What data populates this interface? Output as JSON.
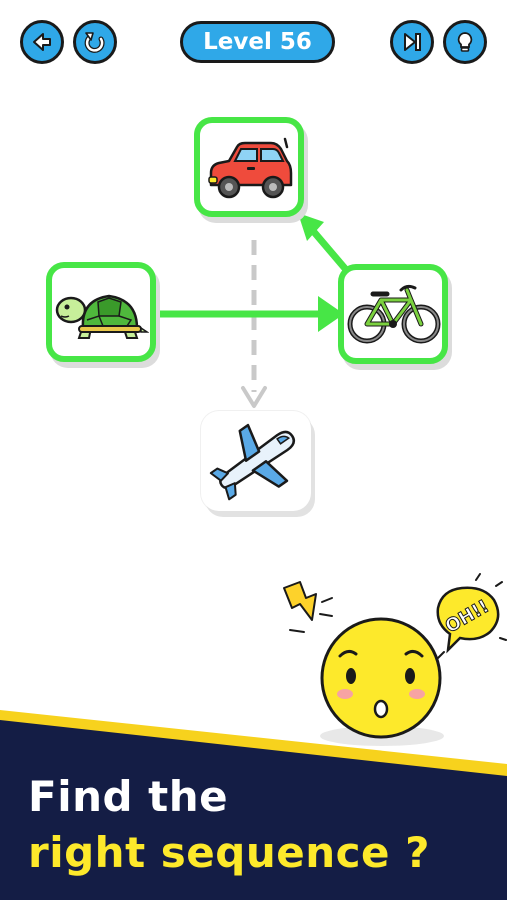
{
  "header": {
    "level_label": "Level 56",
    "buttons": [
      {
        "icon": "back-arrow-icon",
        "action": "back"
      },
      {
        "icon": "restart-icon",
        "action": "restart"
      },
      {
        "icon": "skip-icon",
        "action": "skip"
      },
      {
        "icon": "hint-lightbulb-icon",
        "action": "hint"
      }
    ]
  },
  "board": {
    "tiles": [
      {
        "item": "car",
        "selected": true
      },
      {
        "item": "turtle",
        "selected": true
      },
      {
        "item": "bicycle",
        "selected": true
      },
      {
        "item": "airplane",
        "selected": false
      }
    ],
    "sequence": [
      "turtle",
      "bicycle",
      "car"
    ],
    "next_hint": "airplane"
  },
  "character": {
    "expression": "surprised",
    "speech_bubble": "OH!!"
  },
  "banner": {
    "line1": "Find the",
    "line2": "right sequence ?"
  },
  "colors": {
    "button_blue": "#2fa8e8",
    "selection_green": "#47e646",
    "banner_navy": "#141d45",
    "banner_stripe": "#f7d21d",
    "highlight_yellow": "#fde92b"
  }
}
